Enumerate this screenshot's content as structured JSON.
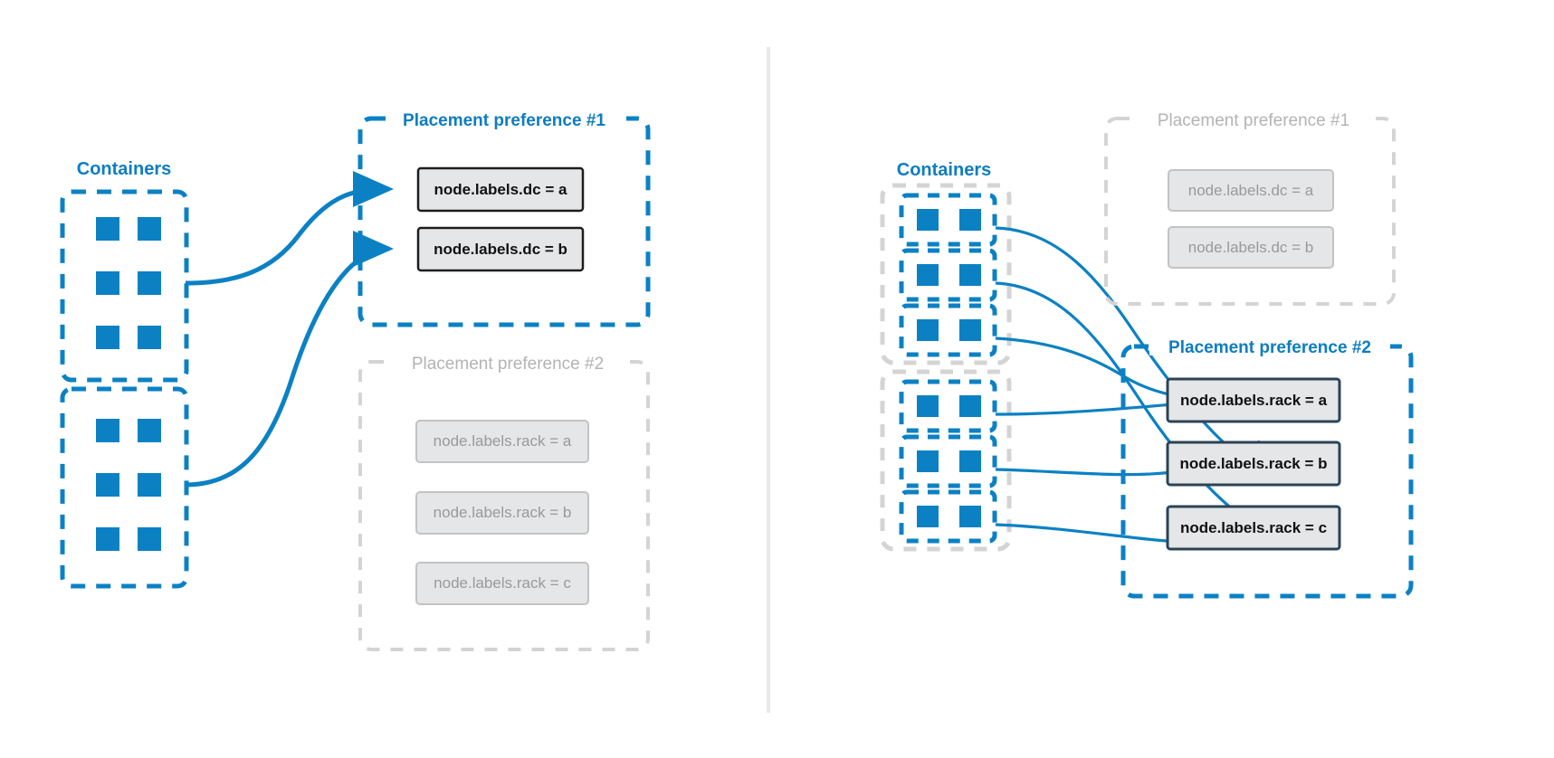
{
  "colors": {
    "blue": "#0b81c4",
    "blue_dark": "#0d7dc0",
    "grey_muted": "#d4d4d4",
    "grey_text": "#b3b3b3",
    "chip_fill": "#e4e6e7",
    "chip_border_active": "#1d1d1d",
    "chip_border_muted": "#c3c3c3",
    "divider": "#e8e9ea",
    "white": "#ffffff"
  },
  "divider": {
    "name": "panel-divider"
  },
  "panels": [
    {
      "id": "left",
      "containers": {
        "label": "Containers",
        "state": "active",
        "groups": [
          {
            "rows": 3,
            "cols": 2,
            "state": "active"
          },
          {
            "rows": 3,
            "cols": 2,
            "state": "active"
          }
        ]
      },
      "preferences": [
        {
          "title": "Placement preference #1",
          "state": "active",
          "chips": [
            {
              "label": "node.labels.dc = a",
              "state": "active"
            },
            {
              "label": "node.labels.dc = b",
              "state": "active"
            }
          ]
        },
        {
          "title": "Placement preference #2",
          "state": "muted",
          "chips": [
            {
              "label": "node.labels.rack = a",
              "state": "muted"
            },
            {
              "label": "node.labels.rack = b",
              "state": "muted"
            },
            {
              "label": "node.labels.rack = c",
              "state": "muted"
            }
          ]
        }
      ]
    },
    {
      "id": "right",
      "containers": {
        "label": "Containers",
        "state": "active",
        "groups": [
          {
            "subgroups": 3,
            "cols": 2,
            "state": "muted-outer"
          },
          {
            "subgroups": 3,
            "cols": 2,
            "state": "muted-outer"
          }
        ]
      },
      "preferences": [
        {
          "title": "Placement preference #1",
          "state": "muted",
          "chips": [
            {
              "label": "node.labels.dc = a",
              "state": "muted"
            },
            {
              "label": "node.labels.dc = b",
              "state": "muted"
            }
          ]
        },
        {
          "title": "Placement preference #2",
          "state": "active",
          "chips": [
            {
              "label": "node.labels.rack = a",
              "state": "active"
            },
            {
              "label": "node.labels.rack = b",
              "state": "active"
            },
            {
              "label": "node.labels.rack = c",
              "state": "active"
            }
          ]
        }
      ]
    }
  ]
}
